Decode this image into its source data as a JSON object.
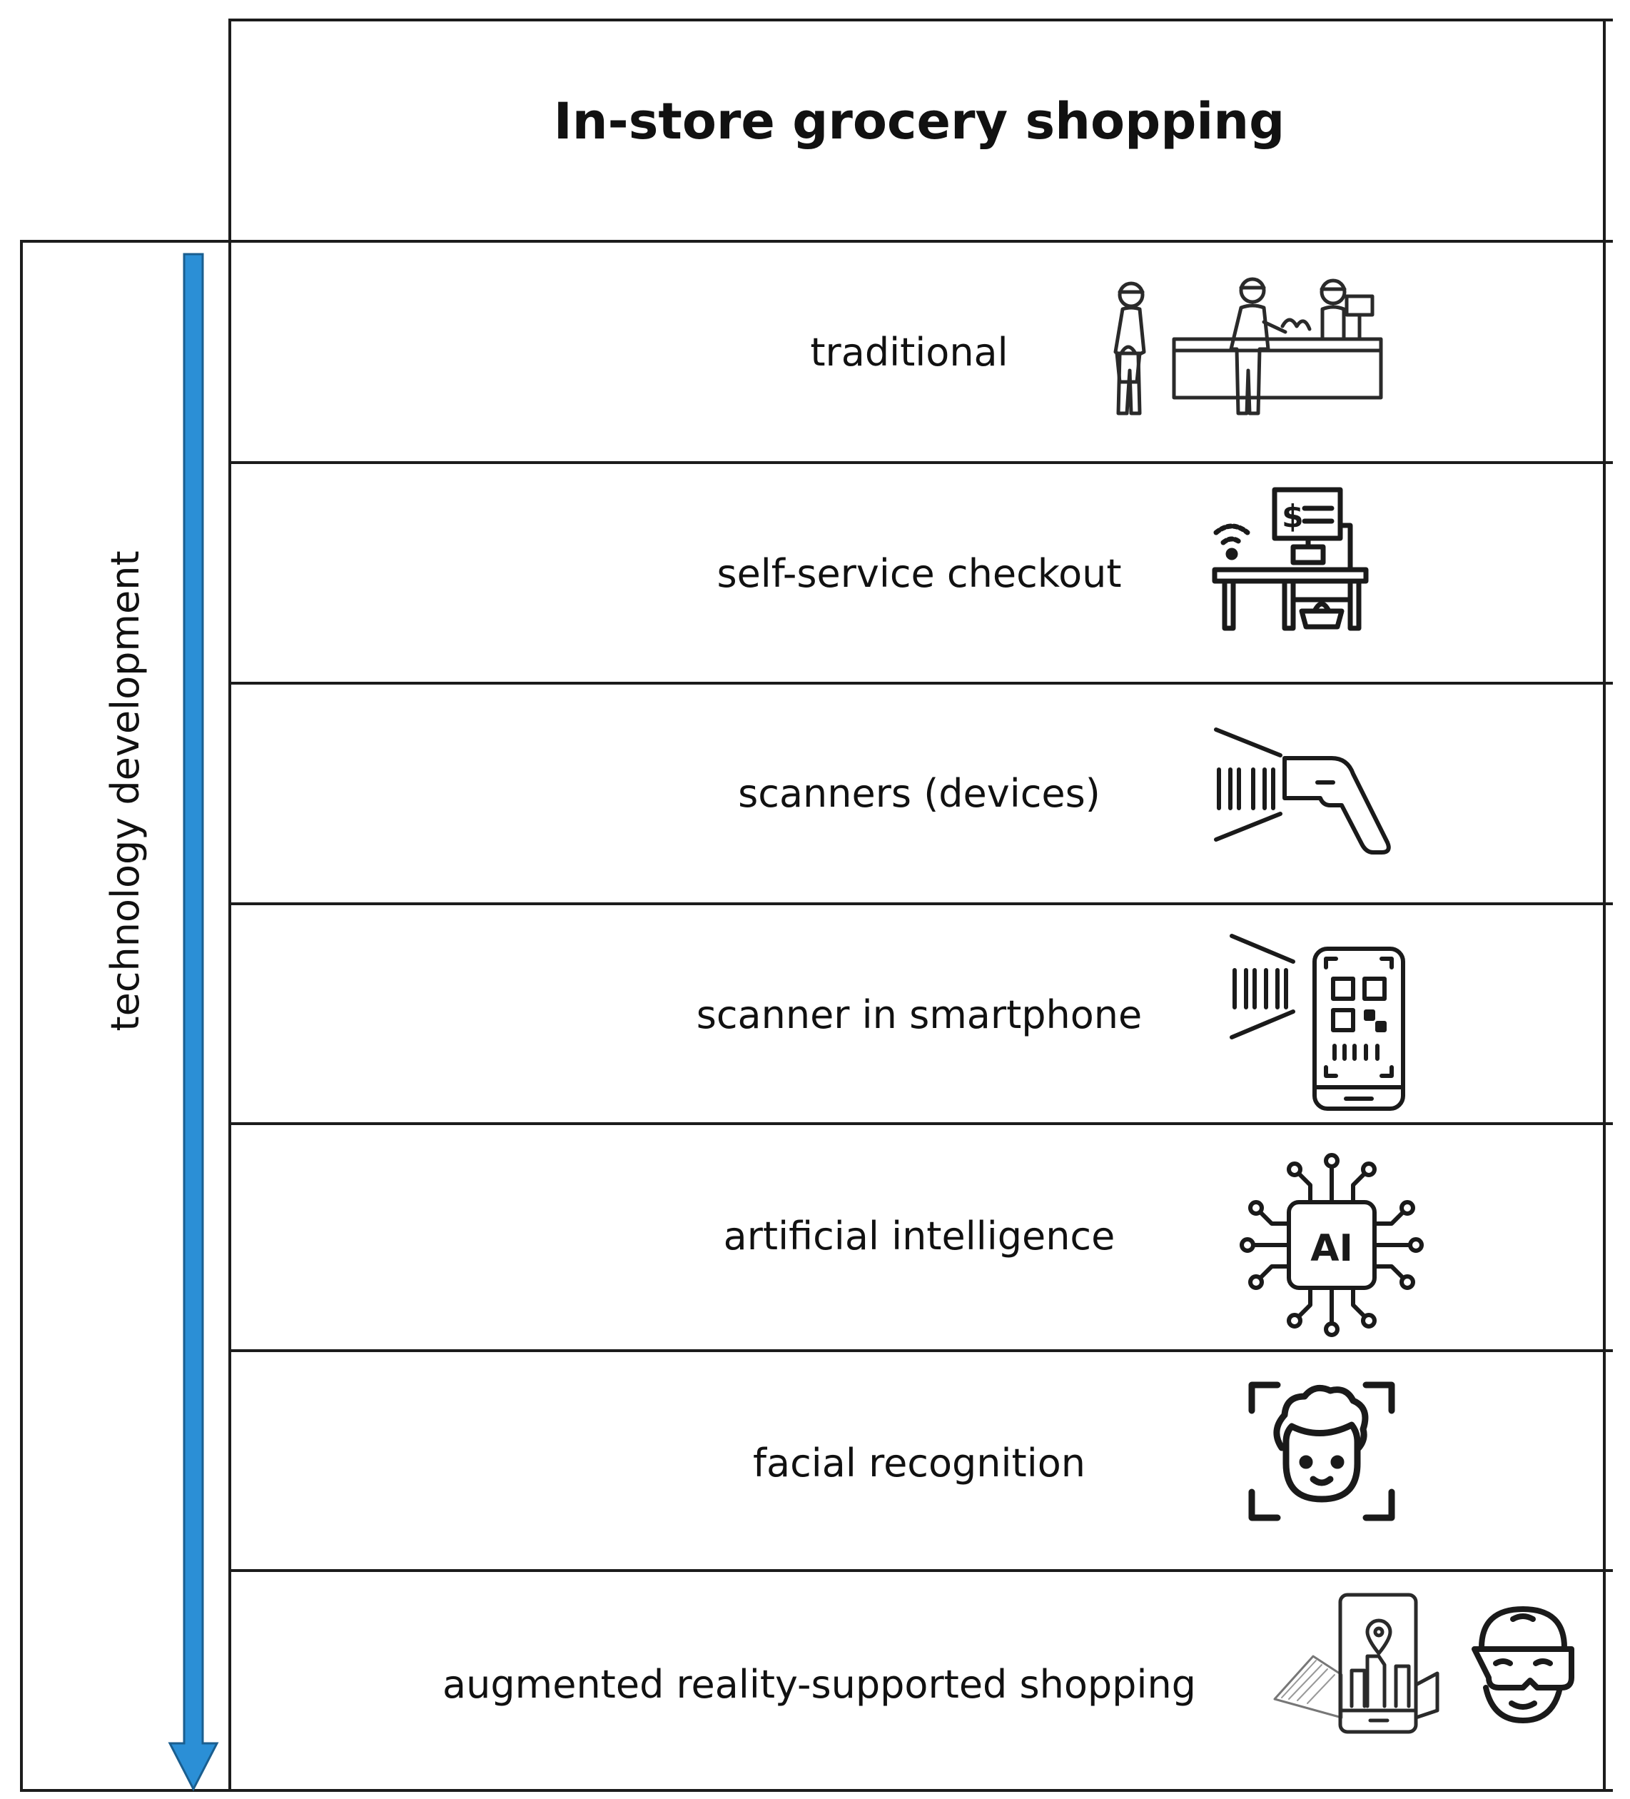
{
  "header": {
    "title": "In-store grocery shopping"
  },
  "side": {
    "label": "technology development",
    "arrow_color": "#2b8fd6"
  },
  "rows": [
    {
      "label": "traditional",
      "icon": "cashier-checkout-icon"
    },
    {
      "label": "self-service checkout",
      "icon": "self-checkout-kiosk-icon"
    },
    {
      "label": "scanners (devices)",
      "icon": "barcode-scanner-icon"
    },
    {
      "label": "scanner in smartphone",
      "icon": "smartphone-qr-scanner-icon"
    },
    {
      "label": "artificial intelligence",
      "icon": "ai-chip-icon"
    },
    {
      "label": "facial recognition",
      "icon": "face-scan-icon"
    },
    {
      "label": "augmented reality-supported shopping",
      "icon": "ar-map-phone-icon"
    }
  ],
  "icons": {
    "ar_text": "AI"
  }
}
